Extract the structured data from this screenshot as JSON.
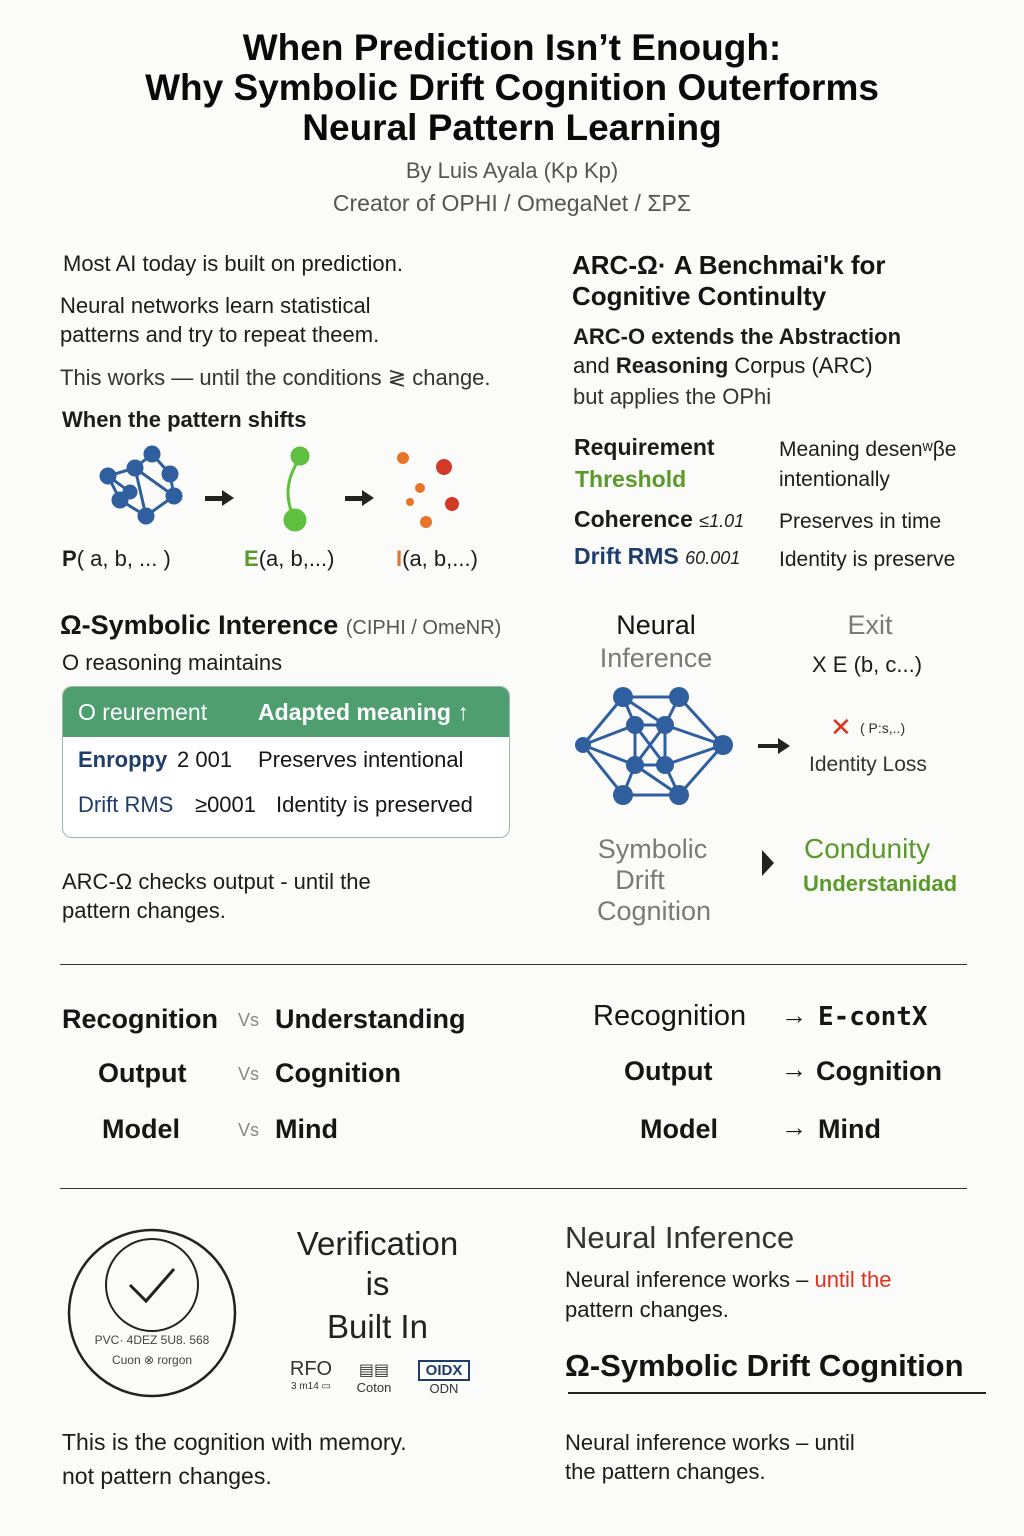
{
  "title": {
    "line1": "When Prediction Isn’t Enough:",
    "line2": "Why Symbolic Drift Cognition Outerforms",
    "line3": "Neural Pattern Learning"
  },
  "byline": {
    "author": "By Luis Ayala (Kp Kp)",
    "creator": "Creator of OPHI / OmegaNet / ΣΡΣ"
  },
  "intro": {
    "p1": "Most AI today is built on prediction.",
    "p2a": "Neural networks learn statistical",
    "p2b": "patterns and try to repeat theem.",
    "p3": "This works — until the conditions ≷ change.",
    "shift_heading": "When the pattern shifts",
    "labels": [
      {
        "prefix": "P",
        "rest": "( a,  b,  ... )"
      },
      {
        "prefix": "E",
        "rest": "(a, b,...)"
      },
      {
        "prefix": "I",
        "rest": "(a, b,...)"
      }
    ]
  },
  "benchmark": {
    "heading_a": "ARC-Ω· A Benchmai'k for",
    "heading_b": "Cognitive Continulty",
    "desc1": "ARC-O extends the Abstraction",
    "desc2_a": "and ",
    "desc2_b": "Reasoning",
    "desc2_c": " Corpus (ARC)",
    "desc3": "but applies the OPhi",
    "rows": [
      {
        "label": "Requirement",
        "label2": "Threshold",
        "value": "Meaning desenʷβe",
        "value2": "intentionally"
      },
      {
        "label": "Coherence",
        "metric": "≤1.01",
        "value": "Preserves in time"
      },
      {
        "label": "Drift RMS",
        "metric": "60.001",
        "value": "Identity is preserve"
      }
    ]
  },
  "symbolic": {
    "heading": "Ω-Symbolic Interence",
    "heading_suffix": "(CIPHI / OmeNR)",
    "sub": "O reasoning maintains",
    "table": {
      "head_left": "O reurement",
      "head_right": "Adapted meaning ↑",
      "rows": [
        {
          "label": "Enroppy",
          "metric": "2 001",
          "value": "Preserves intentional"
        },
        {
          "label": "Drift RMS",
          "metric": "≥0001",
          "value": "Identity is preserved"
        }
      ]
    },
    "footer1": "ARC-Ω checks output - until the",
    "footer2": "pattern changes."
  },
  "neural_diagram": {
    "heading1": "Neural",
    "heading2": "Inference",
    "exit_heading": "Exit",
    "exit_formula": "X  E (b, c...)",
    "x_mark": "✕",
    "x_small": "( P:s,..)",
    "identity_loss": "Identity Loss",
    "sym1": "Symbolic",
    "sym2": "Drift",
    "sym3": "Cognition",
    "cond1": "Condunity",
    "cond2": "Understanidad"
  },
  "comparison_left": [
    {
      "a": "Recognition",
      "vs": "Vs",
      "b": "Understanding"
    },
    {
      "a": "Output",
      "vs": "Vs",
      "b": "Cognition"
    },
    {
      "a": "Model",
      "vs": "Vs",
      "b": "Mind"
    }
  ],
  "comparison_right": [
    {
      "a": "Recognition",
      "arrow": "→",
      "b": "E-contX"
    },
    {
      "a": "Output",
      "arrow": "→",
      "b": "Cognition"
    },
    {
      "a": "Model",
      "arrow": "→",
      "b": "Mind"
    }
  ],
  "verification": {
    "badge_line1": "PVC· 4DEZ 5U8. 568",
    "badge_line2": "Cuon ⊗ rorgon",
    "heading1": "Verification",
    "heading2": "is",
    "heading3": "Built In",
    "logos": [
      {
        "main": "RFO",
        "sub": "3 m14 ▭"
      },
      {
        "main": "▤▤",
        "sub": "Coton"
      },
      {
        "main": "OIDX",
        "sub": "ODN"
      }
    ],
    "footer1": "This is the cognition with memory.",
    "footer2": "not pattern changes."
  },
  "neural_summary": {
    "heading": "Neural Inference",
    "line1_a": "Neural inference works – ",
    "line1_b": "until the",
    "line2": "pattern changes.",
    "omega_heading": "Ω-Symbolic Drift Cognition",
    "footer1": "Neural inference works – until",
    "footer2": "the pattern  changes."
  },
  "colors": {
    "green": "#5a9a2a",
    "navy": "#1f3d6b",
    "node_blue": "#2f5f9e",
    "table_green": "#4f9e6f",
    "red": "#e0301e"
  }
}
